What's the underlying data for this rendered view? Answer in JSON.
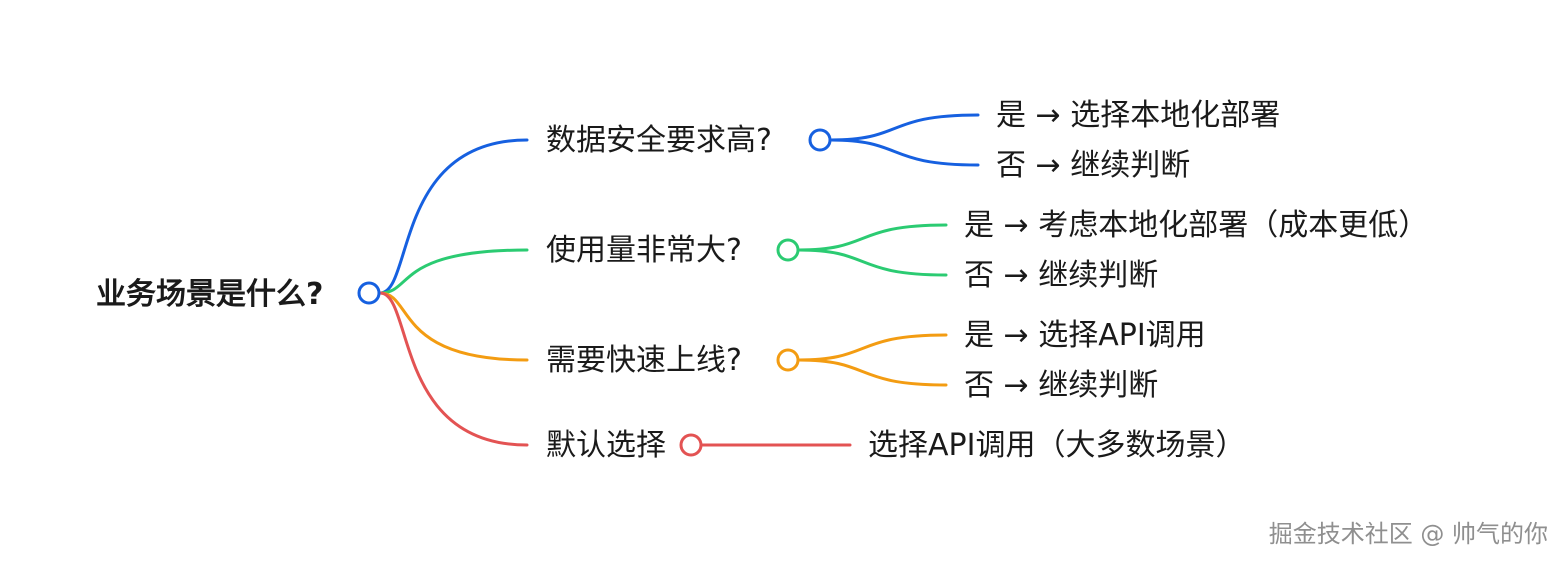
{
  "root": {
    "label": "业务场景是什么?"
  },
  "colors": {
    "blue": "#1660E0",
    "green": "#2BCB72",
    "orange": "#F39C12",
    "red": "#E35353"
  },
  "branches": [
    {
      "question": "数据安全要求高?",
      "color": "#1660E0",
      "answers": [
        "是 → 选择本地化部署",
        "否 → 继续判断"
      ]
    },
    {
      "question": "使用量非常大?",
      "color": "#2BCB72",
      "answers": [
        "是 → 考虑本地化部署（成本更低）",
        "否 → 继续判断"
      ]
    },
    {
      "question": "需要快速上线?",
      "color": "#F39C12",
      "answers": [
        "是 → 选择API调用",
        "否 → 继续判断"
      ]
    },
    {
      "question": "默认选择",
      "color": "#E35353",
      "answers": [
        "选择API调用（大多数场景）"
      ]
    }
  ],
  "watermark": "掘金技术社区 @ 帅气的你"
}
